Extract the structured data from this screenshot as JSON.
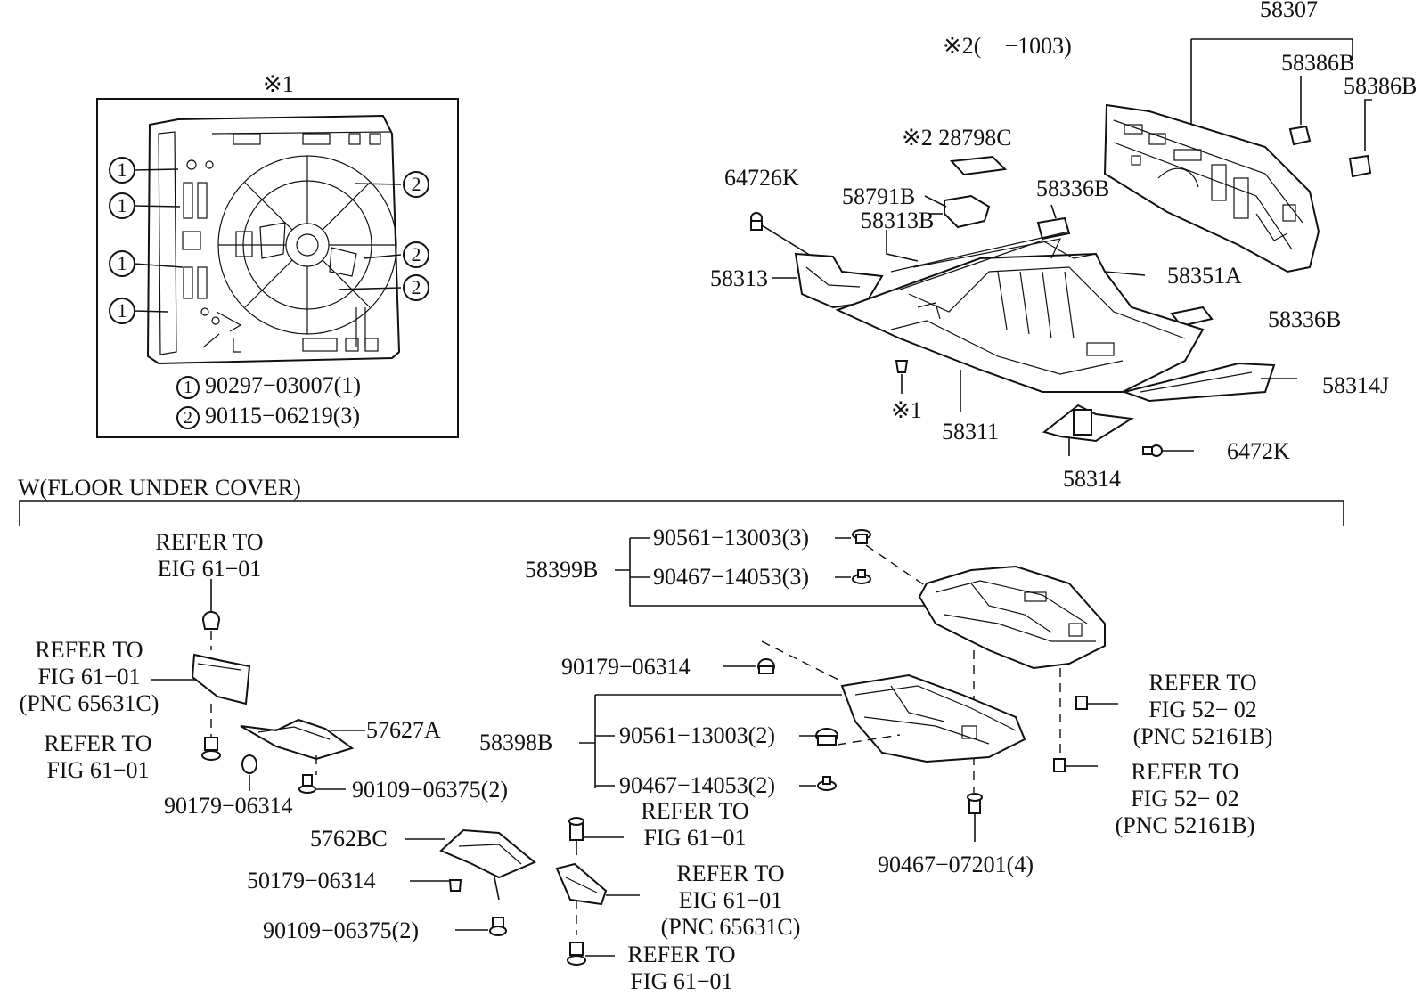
{
  "inset": {
    "title": "※1",
    "callout_1": "1",
    "callout_2": "2",
    "legend_1_num": "1",
    "legend_1_part": "90297−03007(1)",
    "legend_2_num": "2",
    "legend_2_part": "90115−06219(3)"
  },
  "top_right": {
    "note_range": "※2(　−1003)",
    "p58307": "58307",
    "p58386B_1": "58386B",
    "p58386B_2": "58386B",
    "p28798C": "※2 28798C",
    "p64726K": "64726K",
    "p58791B": "58791B",
    "p58313B": "58313B",
    "p58336B_1": "58336B",
    "p58313": "58313",
    "p58351A": "58351A",
    "p58336B_2": "58336B",
    "p58314J": "58314J",
    "note_1": "※1",
    "p58311": "58311",
    "p6472K": "6472K",
    "p58314": "58314"
  },
  "section": {
    "title": "W(FLOOR UNDER COVER)"
  },
  "bottom_left": {
    "ref_top_1": "REFER TO",
    "ref_top_2": "EIG 61−01",
    "ref_fig_1": "REFER TO",
    "ref_fig_2": "FIG 61−01",
    "ref_fig_3": "(PNC 65631C)",
    "ref_low_1": "REFER TO",
    "ref_low_2": "FIG 61−01",
    "p57627A": "57627A",
    "p90179": "90179−06314",
    "p90109": "90109−06375(2)",
    "p5762BC": "5762BC",
    "p50179": "50179−06314",
    "p90109b": "90109−06375(2)"
  },
  "bottom_mid": {
    "ref_a_1": "REFER TO",
    "ref_a_2": "FIG 61−01",
    "ref_b_1": "REFER TO",
    "ref_b_2": "EIG 61−01",
    "ref_b_3": "(PNC 65631C)",
    "ref_c_1": "REFER TO",
    "ref_c_2": "FIG 61−01"
  },
  "bottom_right": {
    "p58399B": "58399B",
    "p90561a": "90561−13003(3)",
    "p90467a": "90467−14053(3)",
    "p90179": "90179−06314",
    "p58398B": "58398B",
    "p90561b": "90561−13003(2)",
    "p90467b": "90467−14053(2)",
    "p90467c": "90467−07201(4)",
    "ref_a_1": "REFER TO",
    "ref_a_2": "FIG 52− 02",
    "ref_a_3": "(PNC 52161B)",
    "ref_b_1": "REFER TO",
    "ref_b_2": "FIG 52− 02",
    "ref_b_3": "(PNC 52161B)"
  }
}
